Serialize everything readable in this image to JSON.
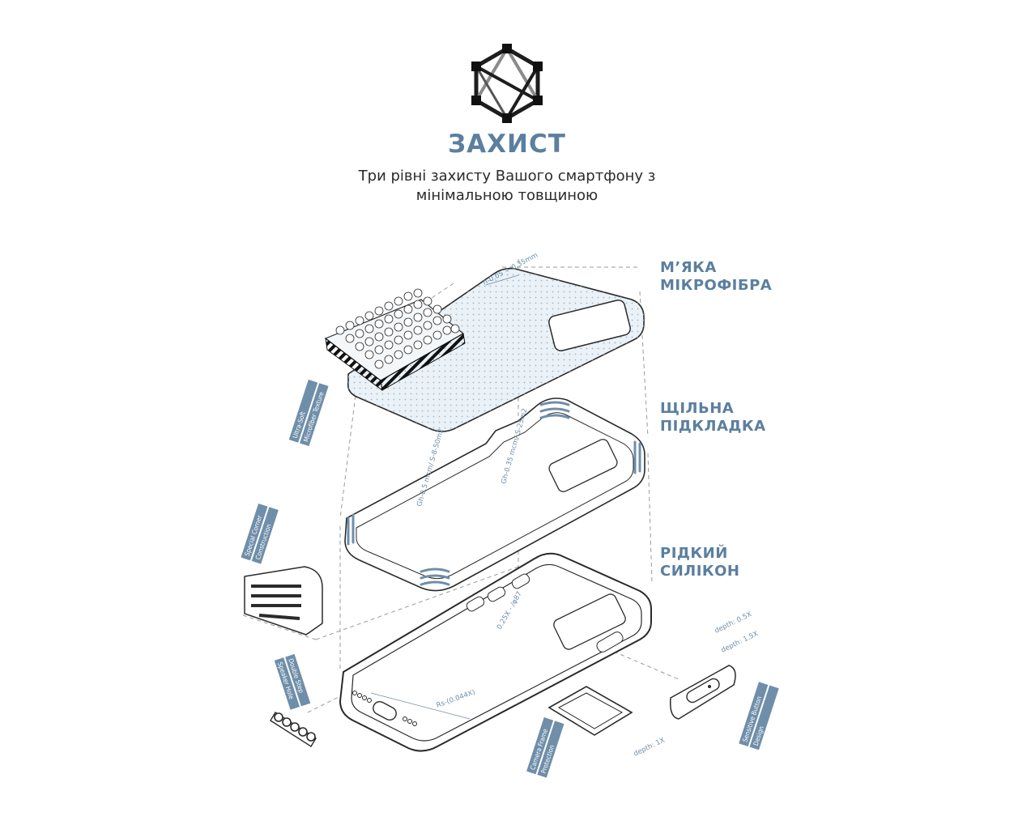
{
  "header": {
    "title": "ЗАХИСТ",
    "subtitle_line1": "Три рівні захисту Вашого смартфону з",
    "subtitle_line2": "мінімальною товщиною",
    "logo_icon": "hexagon-network-icon"
  },
  "layers": [
    {
      "line1": "М’ЯКА",
      "line2": "МІКРОФІБРА"
    },
    {
      "line1": "ЩІЛЬНА",
      "line2": "ПІДКЛАДКА"
    },
    {
      "line1": "РІДКИЙ",
      "line2": "СИЛІКОН"
    }
  ],
  "tags": {
    "microfiber_1": "Ultra-Soft",
    "microfiber_2": "Microfiber Texture",
    "corner_1": "Special Corner",
    "corner_2": "Construction",
    "speaker_1": "Double Step",
    "speaker_2": "Speaker Hole",
    "camera_1": "Camera Frame",
    "camera_2": "Protection",
    "button_1": "Sensitive Button",
    "button_2": "Design"
  },
  "dimensions": {
    "microfiber_h": "h-0.05 ÷ 0.35mm",
    "liner_inner": "Gh-0.35 mcm/ S-25m2",
    "liner_outer": "Gh-0.5 mcm/ S-8-50m2",
    "silicone_corner": "0.25X - /φ87",
    "silicone_edge": "Rs-(0.044X)",
    "depth_05": "depth: 0.5X",
    "depth_15": "depth: 1.5X",
    "depth_1": "depth: 1X"
  },
  "colors": {
    "accent": "#5b7f9f",
    "tag": "#6f8ea9",
    "line": "#2a2a2a",
    "fill_light": "#eaf2f7"
  }
}
